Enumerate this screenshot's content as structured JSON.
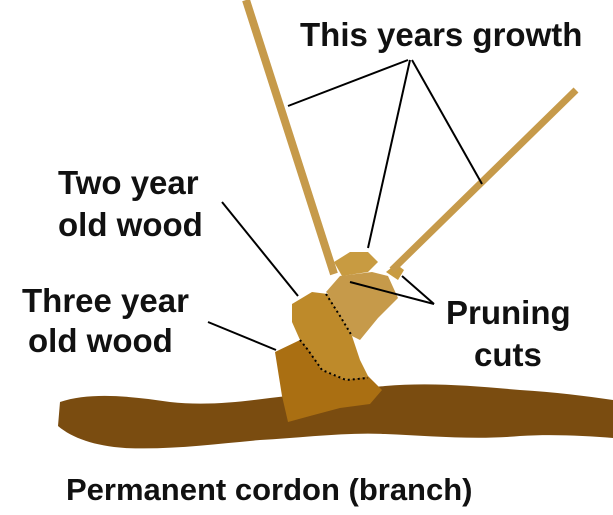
{
  "labels": {
    "growth": "This years growth",
    "two_year": [
      "Two year",
      "old wood"
    ],
    "three_year": [
      "Three year",
      "old wood"
    ],
    "pruning": [
      "Pruning",
      "cuts"
    ],
    "cordon": "Permanent cordon (branch)"
  },
  "colors": {
    "cordon": "#7a4c10",
    "three_year_wood": "#aa6f12",
    "two_year_wood": "#be8a2a",
    "new_growth": "#c69a4a",
    "stub": "#c89b41",
    "outline": "#000000"
  }
}
